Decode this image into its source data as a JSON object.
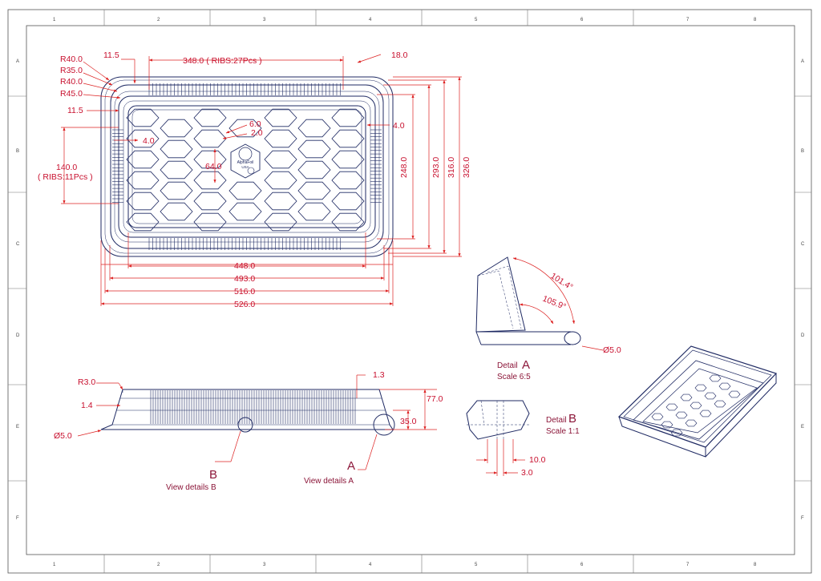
{
  "grid": {
    "columns": [
      "1",
      "2",
      "3",
      "4",
      "5",
      "6",
      "7",
      "8"
    ],
    "rows": [
      "A",
      "B",
      "C",
      "D",
      "E",
      "F"
    ]
  },
  "top_view": {
    "dims": {
      "r40_a": "R40.0",
      "r35": "R35.0",
      "r40_b": "R40.0",
      "r45": "R45.0",
      "d11_5_top": "11.5",
      "d11_5_side": "11.5",
      "ribs_top": "348.0 ( RIBS:27Pcs )",
      "d18": "18.0",
      "d4_right": "4.0",
      "d4_left": "4.0",
      "d6": "6.0",
      "d2": "2.0",
      "d64": "64.0",
      "d140": "140.0",
      "ribs_side": "( RIBS:11Pcs )",
      "h248": "248.0",
      "h293": "293.0",
      "h316": "316.0",
      "h326": "326.0",
      "w448": "448.0",
      "w493": "493.0",
      "w516": "516.0",
      "w526": "526.0"
    },
    "logo_text": "AlphaFoil",
    "logo_sub": "USA"
  },
  "side_view": {
    "dims": {
      "r3": "R3.0",
      "d1_4": "1.4",
      "dia5": "Ø5.0",
      "d1_3": "1.3",
      "d77": "77.0",
      "d35": "35.0"
    },
    "callout_b": {
      "letter": "B",
      "text": "View details B"
    },
    "callout_a": {
      "letter": "A",
      "text": "View details A"
    }
  },
  "detail_a": {
    "angle1": "101.4°",
    "angle2": "105.9°",
    "dia": "Ø5.0",
    "title": "Detail",
    "letter": "A",
    "scale": "Scale 6:5"
  },
  "detail_b": {
    "d10": "10.0",
    "d3": "3.0",
    "title": "Detail",
    "letter": "B",
    "scale": "Scale 1:1"
  }
}
